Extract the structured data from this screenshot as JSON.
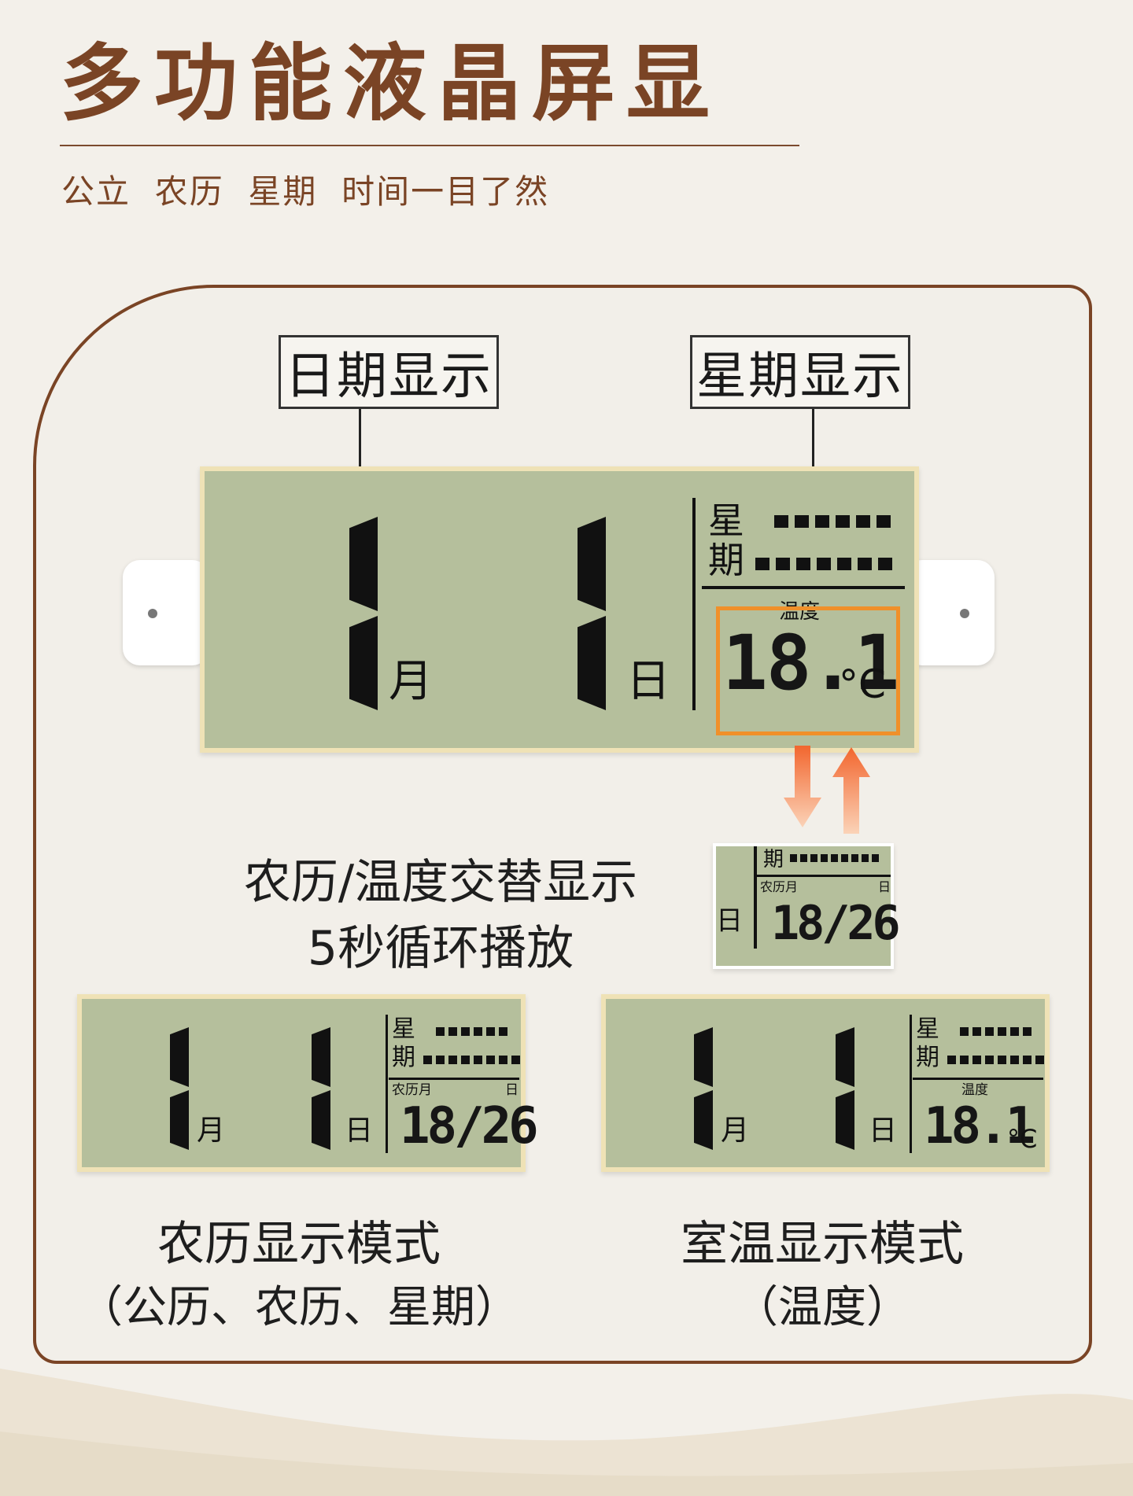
{
  "header": {
    "title": "多功能液晶屏显",
    "subtitle": "公立  农历  星期  时间一目了然"
  },
  "callouts": {
    "date": "日期显示",
    "week": "星期显示"
  },
  "main_lcd": {
    "month_unit": "月",
    "day_unit": "日",
    "week_char_1": "星",
    "week_char_2": "期",
    "temp_label": "温度",
    "temp_value": "18.1",
    "temp_unit": "°C"
  },
  "alternate": {
    "line1": "农历/温度交替显示",
    "line2": "5秒循环播放"
  },
  "mini_lcd": {
    "day_unit": "日",
    "week_char": "期",
    "lunar_label": "农历月",
    "lunar_day_label": "日",
    "lunar_value": "18/26"
  },
  "lunar_lcd": {
    "month_unit": "月",
    "day_unit": "日",
    "week_char_1": "星",
    "week_char_2": "期",
    "lunar_label": "农历月",
    "lunar_day_label": "日",
    "lunar_value": "18/26"
  },
  "temp_lcd": {
    "month_unit": "月",
    "day_unit": "日",
    "week_char_1": "星",
    "week_char_2": "期",
    "temp_label": "温度",
    "temp_value": "18.1",
    "temp_unit": "°C"
  },
  "modes": {
    "lunar_title": "农历显示模式",
    "lunar_sub": "（公历、农历、星期）",
    "temp_title": "室温显示模式",
    "temp_sub": "（温度）"
  },
  "colors": {
    "brand_brown": "#7a4425",
    "lcd_green": "#b5bf9c",
    "highlight_orange": "#f0902a"
  }
}
